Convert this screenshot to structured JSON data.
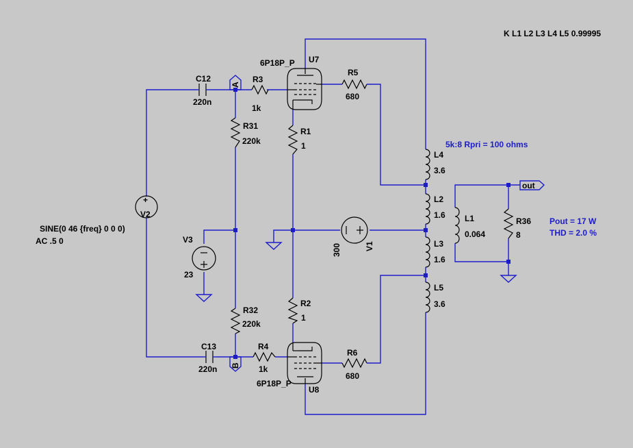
{
  "directive_k": "K L1 L2 L3 L4 L5 0.99995",
  "note_rpri": "5k:8 Rpri = 100 ohms",
  "note_pout": "Pout = 17 W",
  "note_thd": "THD = 2.0 %",
  "tubes": {
    "u7": {
      "name": "U7",
      "model": "6P18P_P"
    },
    "u8": {
      "name": "U8",
      "model": "6P18P_P"
    }
  },
  "resistors": {
    "r3": {
      "name": "R3",
      "value": "1k"
    },
    "r4": {
      "name": "R4",
      "value": "1k"
    },
    "r5": {
      "name": "R5",
      "value": "680"
    },
    "r6": {
      "name": "R6",
      "value": "680"
    },
    "r1": {
      "name": "R1",
      "value": "1"
    },
    "r2": {
      "name": "R2",
      "value": "1"
    },
    "r31": {
      "name": "R31",
      "value": "220k"
    },
    "r32": {
      "name": "R32",
      "value": "220k"
    },
    "r36": {
      "name": "R36",
      "value": "8"
    }
  },
  "capacitors": {
    "c12": {
      "name": "C12",
      "value": "220n"
    },
    "c13": {
      "name": "C13",
      "value": "220n"
    }
  },
  "inductors": {
    "l1": {
      "name": "L1",
      "value": "0.064"
    },
    "l2": {
      "name": "L2",
      "value": "1.6"
    },
    "l3": {
      "name": "L3",
      "value": "1.6"
    },
    "l4": {
      "name": "L4",
      "value": "3.6"
    },
    "l5": {
      "name": "L5",
      "value": "3.6"
    }
  },
  "sources": {
    "v1": {
      "name": "V1",
      "value": "300"
    },
    "v2": {
      "name": "V2",
      "value_line1": "SINE(0 46 {freq} 0 0 0)",
      "value_line2": "AC .5 0"
    },
    "v3": {
      "name": "V3",
      "value": "23"
    }
  },
  "net_labels": {
    "a": "A",
    "b": "B",
    "out": "out"
  }
}
